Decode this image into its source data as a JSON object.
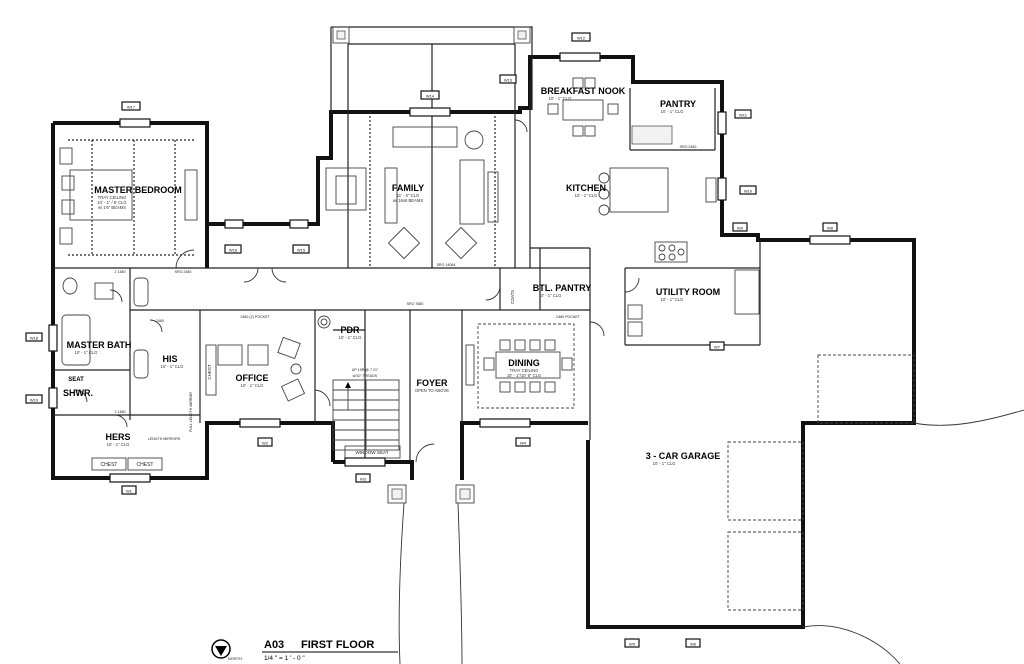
{
  "rooms": [
    {
      "id": "master-bedroom",
      "label": "MASTER BEDROOM",
      "sub": [
        "TRAY CEILING",
        "10' - 1\" / 8' CLG",
        "w/ 1'6\" BEAMS"
      ]
    },
    {
      "id": "family",
      "label": "FAMILY",
      "sub": [
        "11' - 0\" CLG",
        "w/ 16x8 BEAMS"
      ]
    },
    {
      "id": "breakfast-nook",
      "label": "BREAKFAST NOOK",
      "sub": [
        "10' - 1\" CLG"
      ]
    },
    {
      "id": "pantry",
      "label": "PANTRY",
      "sub": [
        "10' - 1\" CLG"
      ]
    },
    {
      "id": "kitchen",
      "label": "KITCHEN",
      "sub": [
        "10' - 1\" CLG"
      ]
    },
    {
      "id": "master-bath",
      "label": "MASTER BATH",
      "sub": [
        "10' - 1\" CLG"
      ]
    },
    {
      "id": "his",
      "label": "HIS",
      "sub": [
        "10' - 1\" CLG"
      ]
    },
    {
      "id": "office",
      "label": "OFFICE",
      "sub": [
        "10' - 1\" CLG"
      ]
    },
    {
      "id": "pdr",
      "label": "PDR",
      "sub": [
        "10' - 1\" CLG"
      ]
    },
    {
      "id": "foyer",
      "label": "FOYER",
      "sub": [
        "OPEN TO ABOVE"
      ]
    },
    {
      "id": "dining",
      "label": "DINING",
      "sub": [
        "TRAY CEILING",
        "10' - 1\"/10' 8\" CLG"
      ]
    },
    {
      "id": "btl-pantry",
      "label": "BTL. PANTRY",
      "sub": [
        "10' - 1\" CLG"
      ]
    },
    {
      "id": "utility-room",
      "label": "UTILITY ROOM",
      "sub": [
        "10' - 1\" CLG"
      ]
    },
    {
      "id": "shwr",
      "label": "SHWR.",
      "sub": []
    },
    {
      "id": "seat",
      "label": "SEAT",
      "sub": []
    },
    {
      "id": "hers",
      "label": "HERS",
      "sub": [
        "10' - 1\" CLG"
      ]
    },
    {
      "id": "garage",
      "label": "3 - CAR GARAGE",
      "sub": [
        "10' - 1\" CLG"
      ]
    }
  ],
  "fixtures": {
    "chest_left": "CHEST",
    "chest_right": "CHEST",
    "chest_office": "CHEST",
    "window_seat": "WINDOW SEAT",
    "coats": "COATS",
    "lengths_mirror": "LENGTH MIRRORS",
    "full_length": "FULL LENGTH MIRROR",
    "stair_note": "UP 19R @ 7.21\"",
    "stair_note2": "w/10\" TREADS"
  },
  "window_tags": [
    "W17",
    "W16",
    "W15",
    "W14",
    "W13",
    "W12",
    "W11",
    "W10",
    "W9",
    "W8",
    "W7",
    "W6",
    "W5",
    "W4",
    "W3",
    "W2",
    "W1",
    "W18",
    "W19"
  ],
  "opening_notes": [
    "SRO 14084",
    "SRO 7680",
    "SRO 2480",
    "2480 (2) POCKET",
    "2480",
    "2480 POCKET",
    "SRO 2480",
    "2 1480",
    "2 1480",
    "SRO 2880",
    "SRO 2780",
    "SRO 4880",
    "SRO 2480"
  ],
  "title_block": {
    "sheet": "A03",
    "name": "FIRST FLOOR",
    "scale": "1/4 \" = 1 ' - 0 \"",
    "north": "NORTH"
  }
}
